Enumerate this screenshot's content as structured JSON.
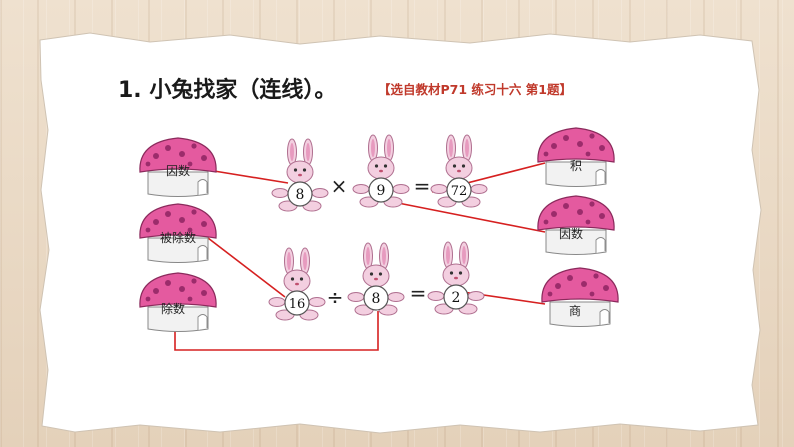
{
  "question": {
    "title": "1. 小兔找家（连线）。",
    "source": "【选自教材P71  练习十六  第1题】"
  },
  "houses": {
    "factor_left": "因数",
    "dividend": "被除数",
    "divisor": "除数",
    "product": "积",
    "factor_right": "因数",
    "quotient": "商"
  },
  "rabbits": {
    "m1": "8",
    "m2": "9",
    "m3": "72",
    "d1": "16",
    "d2": "8",
    "d3": "2"
  },
  "operators": {
    "times": "×",
    "equals_top": "=",
    "divide": "÷",
    "equals_bottom": "="
  },
  "colors": {
    "mushroom_cap": "#e45a9f",
    "mushroom_spot": "#9b2c6b",
    "connect_line": "#d62020"
  }
}
